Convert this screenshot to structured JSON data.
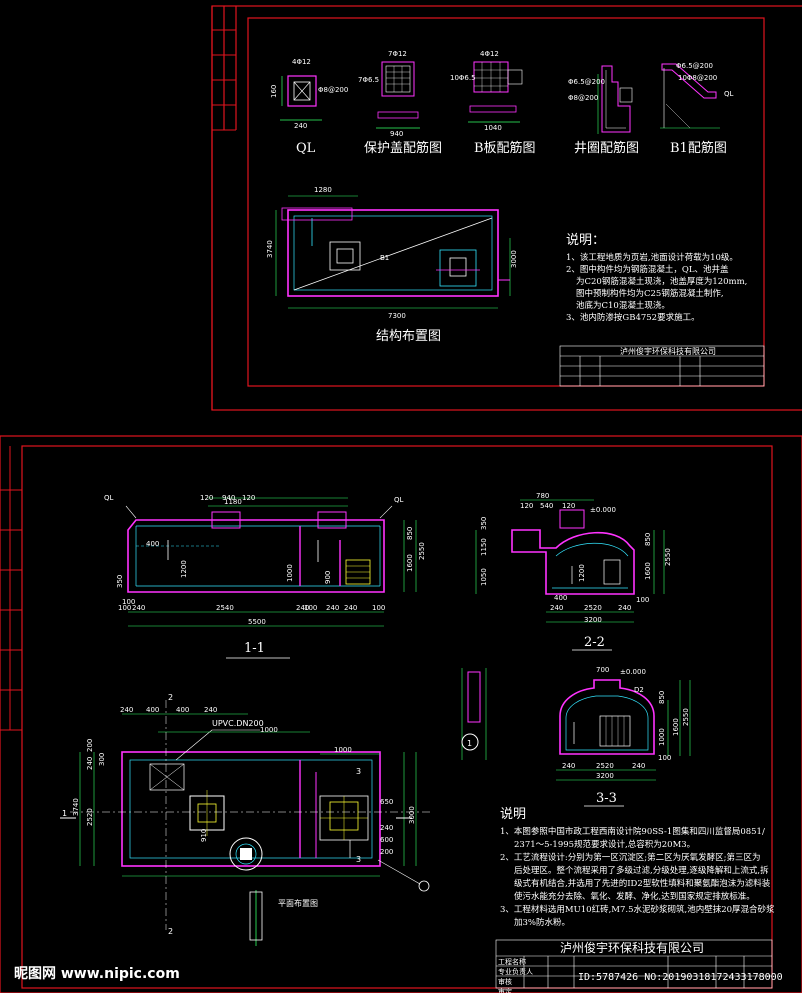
{
  "colors": {
    "frame": "#e0141e",
    "wall": "#ff33ff",
    "line": "#ffffff",
    "cyan": "#33e6ff",
    "green": "#33ff66",
    "yellow": "#ffff33",
    "blue": "#3355ff"
  },
  "sheet1": {
    "details": [
      {
        "label": "QL",
        "dims": [
          "4Φ12",
          "Φ8@200",
          "160",
          "240"
        ]
      },
      {
        "label": "保护盖配筋图",
        "dims": [
          "7Φ12",
          "7Φ6.5",
          "940"
        ]
      },
      {
        "label": "B板配筋图",
        "dims": [
          "4Φ12",
          "10Φ6.5",
          "1040"
        ]
      },
      {
        "label": "井圈配筋图",
        "dims": [
          "Φ6.5@200",
          "Φ8@200"
        ]
      },
      {
        "label": "B1配筋图",
        "dims": [
          "Φ6.5@200",
          "10Φ8@200",
          "QL"
        ]
      }
    ],
    "plan": {
      "title": "结构布置图",
      "dims": [
        "1280",
        "3740",
        "3000",
        "7300"
      ],
      "labels": [
        "B1"
      ]
    },
    "notes": {
      "heading": "说明：",
      "lines": [
        "1、该工程地质为页岩,池面设计荷载为10级。",
        "2、图中构件均为钢筋混凝土，QL、池井盖",
        "为C20钢筋混凝土现浇，池盖厚度为120mm,",
        "图中预制构件均为C25钢筋混凝土制作,",
        "池底为C10混凝土现浇。",
        "3、池内防渗按GB4752要求施工。"
      ]
    },
    "titleblock": {
      "company": "泸州俊宇环保科技有限公司"
    }
  },
  "sheet2": {
    "section11": {
      "title": "1-1",
      "top_dims": [
        "1180",
        "120",
        "940",
        "120"
      ],
      "bottom_dims": [
        "100",
        "240",
        "2540",
        "240",
        "100",
        "240",
        "240",
        "100"
      ],
      "total": "5500",
      "labels": [
        "QL",
        "QL",
        "400",
        "1200",
        "1000",
        "900",
        "350",
        "850",
        "1600",
        "2550",
        "100"
      ]
    },
    "section22": {
      "title": "2-2",
      "top_dims": [
        "780",
        "120",
        "540",
        "120"
      ],
      "labels": [
        "±0.000",
        "350",
        "1150",
        "1050",
        "400",
        "1200",
        "850",
        "1600",
        "2550",
        "100"
      ],
      "bottom_dims": [
        "240",
        "2520",
        "240"
      ],
      "total": "3200"
    },
    "section33": {
      "title": "3-3",
      "labels": [
        "700",
        "±0.000",
        "D2",
        "850",
        "1000",
        "1600",
        "2550",
        "100"
      ],
      "bottom_dims": [
        "240",
        "2520",
        "240"
      ],
      "total": "3200"
    },
    "plan": {
      "title": "平面布置图",
      "top_dims": [
        "240",
        "400",
        "400",
        "240"
      ],
      "labels": [
        "UPVC.DN200",
        "1000",
        "1000",
        "650",
        "3740",
        "2520",
        "3000",
        "200",
        "300",
        "240",
        "240",
        "600",
        "200",
        "910",
        "1",
        "2",
        "2",
        "3",
        "3"
      ]
    },
    "detail_label": "1",
    "notes": {
      "heading": "说明",
      "lines": [
        "1、本图参照中国市政工程西南设计院90SS-1图集和四川监督局0851/",
        "2371～5-1995规范要求设计,总容积为20M3。",
        "2、工艺流程设计:分别为第一区沉淀区;第二区为厌氧发酵区;第三区为",
        "后处理区。整个流程采用了多级过滤,分级处理,逐级降解和上流式,拆",
        "级式有机结合,并选用了先进的ID2型软性填料和聚氨酯泡沫为滤料装",
        "使污水能充分去除、氧化、发酵、净化,达到国家规定排放标准。",
        "3、工程材料选用MU10红砖,M7.5水泥砂浆砌筑,池内壁抹20厚混合砂浆",
        "加3%防水粉。"
      ]
    },
    "titleblock": {
      "company": "泸州俊宇环保科技有限公司",
      "rows": [
        "工程名称",
        "专业负责人",
        "审核",
        "审定"
      ]
    }
  },
  "watermark": {
    "site": "昵图网 www.nipic.com",
    "id": "ID:5787426 NO:20190318172433178000"
  }
}
